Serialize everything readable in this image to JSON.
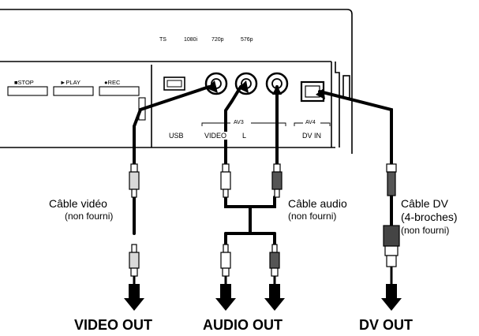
{
  "device": {
    "indicators": [
      "TS",
      "1080i",
      "720p",
      "576p"
    ],
    "buttons": [
      "■STOP",
      "►PLAY",
      "●REC"
    ],
    "ports": {
      "usb": "USB",
      "video": "VIDEO",
      "l": "L",
      "dv_in": "DV IN",
      "av3": "AV3",
      "av4": "AV4"
    }
  },
  "cables": {
    "video": {
      "name": "Câble vidéo",
      "note": "(non fourni)"
    },
    "audio": {
      "name": "Câble audio",
      "note": "(non fourni)"
    },
    "dv": {
      "name": "Câble DV",
      "pins": "(4-broches)",
      "note": "(non fourni)"
    }
  },
  "outputs": {
    "video": "VIDEO OUT",
    "audio": "AUDIO OUT",
    "dv": "DV OUT"
  },
  "colors": {
    "line": "#000000",
    "panel": "#ffffff",
    "plug_light": "#d9d9d9",
    "plug_dark": "#555555"
  }
}
